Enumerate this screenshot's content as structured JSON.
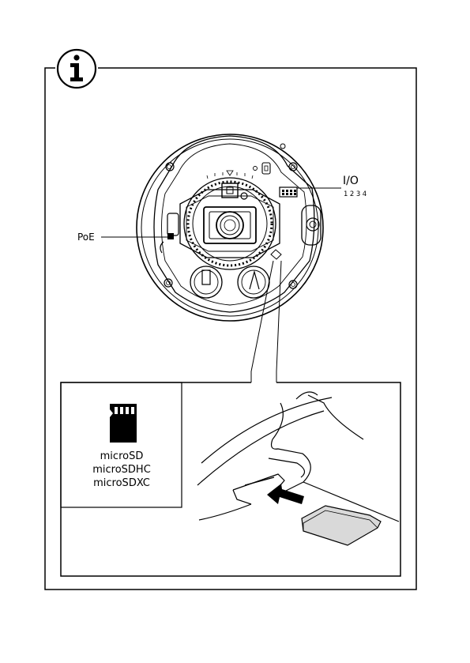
{
  "labels": {
    "io": "I/O",
    "io_pins": "1234",
    "poe": "PoE"
  },
  "card_types": [
    "microSD",
    "microSDHC",
    "microSDXC"
  ],
  "icons": {
    "info": "info-icon",
    "card": "sd-card-icon",
    "arrow": "insert-arrow-icon"
  }
}
